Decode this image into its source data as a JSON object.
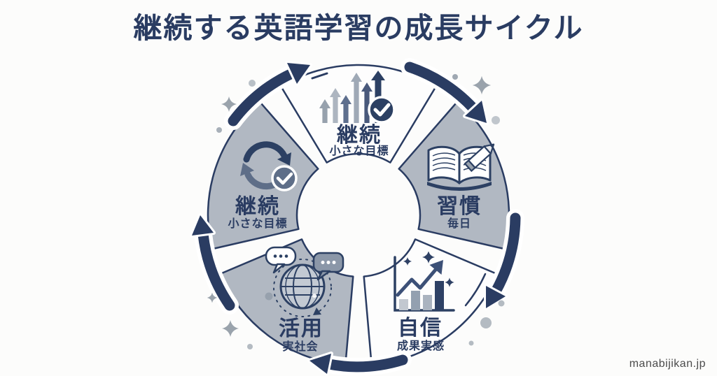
{
  "title": "継続する英語学習の成長サイクル",
  "watermark": "manabijikan.jp",
  "cycle": {
    "steps": [
      {
        "label": "継続",
        "sublabel": "小さな目標",
        "icon": "growth-arrows-icon",
        "position": "top"
      },
      {
        "label": "習慣",
        "sublabel": "毎日",
        "icon": "book-pencil-icon",
        "position": "right"
      },
      {
        "label": "自信",
        "sublabel": "成果実感",
        "icon": "bar-chart-growth-icon",
        "position": "bottom-right"
      },
      {
        "label": "活用",
        "sublabel": "実社会",
        "icon": "globe-communication-icon",
        "position": "bottom-left"
      },
      {
        "label": "継続",
        "sublabel": "小さな目標",
        "icon": "cycle-check-icon",
        "position": "left"
      }
    ]
  },
  "colors": {
    "navy": "#2a3c62",
    "segment_gray": "#b1b8c2",
    "segment_white": "#fdfdfd",
    "background": "#fcfcfb",
    "decoration_gray": "#9aa3ac"
  }
}
